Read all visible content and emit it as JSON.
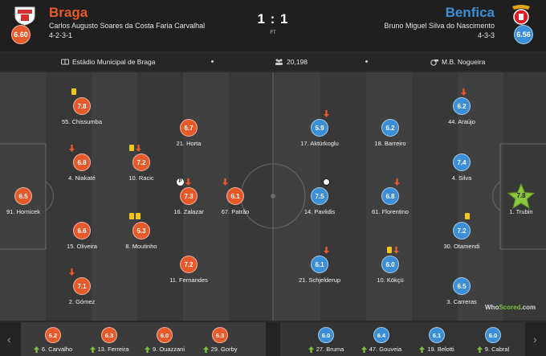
{
  "home": {
    "name": "Braga",
    "manager": "Carlos Augusto Soares da Costa Faria Carvalhal",
    "formation": "4-2-3-1",
    "rating": "6.60",
    "color": "#e5592b",
    "players": [
      {
        "num_name": "91. Hornicek",
        "rating": "6.5",
        "events": []
      },
      {
        "num_name": "55. Chissumba",
        "rating": "7.8",
        "events": [
          "yellow-card"
        ]
      },
      {
        "num_name": "4. Niakaté",
        "rating": "6.8",
        "events": [
          "sub-off"
        ]
      },
      {
        "num_name": "15. Oliveira",
        "rating": "6.6",
        "events": []
      },
      {
        "num_name": "2. Gómez",
        "rating": "7.1",
        "events": [
          "sub-off"
        ]
      },
      {
        "num_name": "10. Racic",
        "rating": "7.2",
        "events": [
          "yellow-card",
          "sub-off"
        ]
      },
      {
        "num_name": "8. Moutinho",
        "rating": "5.3",
        "events": [
          "yellow-card",
          "yellow-card"
        ]
      },
      {
        "num_name": "21. Horta",
        "rating": "6.7",
        "events": []
      },
      {
        "num_name": "16. Zalazar",
        "rating": "7.3",
        "events": [
          "penalty",
          "sub-off"
        ]
      },
      {
        "num_name": "11. Fernandes",
        "rating": "7.2",
        "events": []
      },
      {
        "num_name": "67. Patrão",
        "rating": "6.1",
        "events": [
          "sub-off"
        ]
      }
    ],
    "subs": [
      {
        "num_name": "6. Carvalho",
        "rating": "6.2"
      },
      {
        "num_name": "13. Ferreira",
        "rating": "6.3"
      },
      {
        "num_name": "9. Ouazzani",
        "rating": "6.0"
      },
      {
        "num_name": "29. Gorby",
        "rating": "6.3"
      }
    ]
  },
  "away": {
    "name": "Benfica",
    "manager": "Bruno Miguel Silva do Nascimento",
    "formation": "4-3-3",
    "rating": "6.56",
    "color": "#3a8fd6",
    "players": [
      {
        "num_name": "1. Trubin",
        "rating": "7.8",
        "events": [],
        "motm": true
      },
      {
        "num_name": "44. Araújo",
        "rating": "6.2",
        "events": [
          "sub-off"
        ]
      },
      {
        "num_name": "4. Silva",
        "rating": "7.4",
        "events": []
      },
      {
        "num_name": "30. Otamendi",
        "rating": "7.2",
        "events": [
          "yellow-card"
        ]
      },
      {
        "num_name": "3. Carreras",
        "rating": "6.5",
        "events": []
      },
      {
        "num_name": "18. Barreiro",
        "rating": "6.2",
        "events": []
      },
      {
        "num_name": "61. Florentino",
        "rating": "6.8",
        "events": [
          "sub-off"
        ]
      },
      {
        "num_name": "10. Kökçü",
        "rating": "6.0",
        "events": [
          "yellow-card",
          "sub-off"
        ]
      },
      {
        "num_name": "17. Aktürkoglu",
        "rating": "5.9",
        "events": [
          "sub-off"
        ]
      },
      {
        "num_name": "14. Pavlidis",
        "rating": "7.5",
        "events": [
          "goal"
        ]
      },
      {
        "num_name": "21. Schjelderup",
        "rating": "6.1",
        "events": [
          "sub-off"
        ]
      }
    ],
    "subs": [
      {
        "num_name": "27. Bruma",
        "rating": "6.0"
      },
      {
        "num_name": "47. Gouveia",
        "rating": "6.4"
      },
      {
        "num_name": "19. Belotti",
        "rating": "6.1"
      },
      {
        "num_name": "9. Cabral",
        "rating": "6.0"
      }
    ]
  },
  "score": "1 : 1",
  "status": "FT",
  "venue": "Estádio Municipal de Braga",
  "attendance": "20,198",
  "referee": "M.B. Nogueira",
  "watermark": {
    "part1": "Who",
    "part2": "Scored",
    "part3": ".com"
  },
  "icons": {
    "stadium": "stadium-icon",
    "attendance": "crowd-icon",
    "referee": "whistle-icon",
    "sub_off": "arrow-down-icon",
    "sub_on": "arrow-up-icon",
    "yellow_card": "yellow-card-icon",
    "goal": "ball-icon",
    "penalty": "penalty-icon",
    "motm": "star-icon",
    "prev": "chevron-left-icon",
    "next": "chevron-right-icon"
  },
  "colors": {
    "sub_off_arrow": "#e5592b",
    "sub_on_arrow": "#7cc242",
    "motm_star": "#8cc63e",
    "yellow": "#f2c617"
  }
}
